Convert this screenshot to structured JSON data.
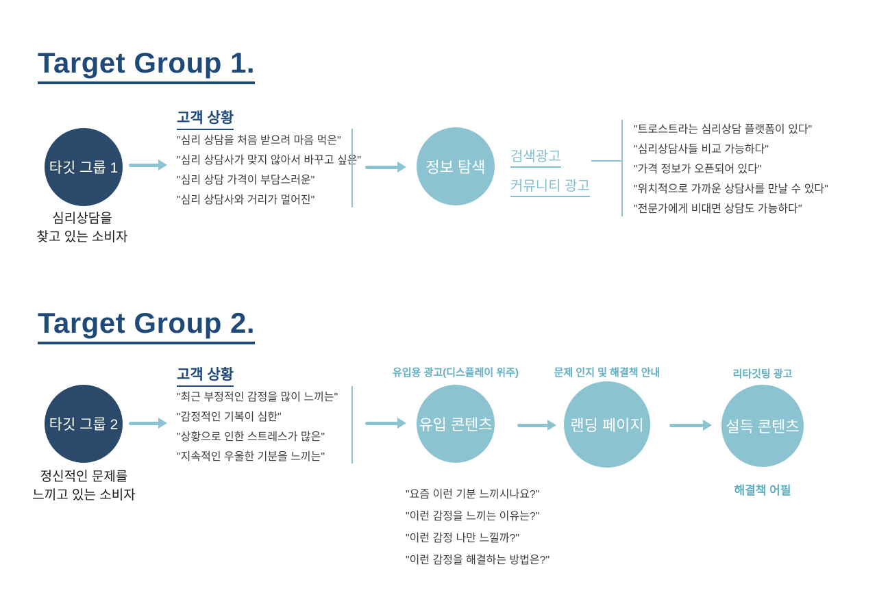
{
  "colors": {
    "title_navy": "#1f4979",
    "circle_navy": "#2b4a6b",
    "teal": "#8cc3d1",
    "teal_dark_text": "#5fafc5",
    "teal_link": "#82c0d0",
    "quote_gray": "#3d3d3d",
    "caption_black": "#1c1c1c"
  },
  "group1": {
    "title": "Target Group 1.",
    "persona": {
      "circle_label": "타깃 그룹 1",
      "caption": "심리상담을\n찾고 있는 소비자"
    },
    "situation": {
      "header": "고객 상황",
      "quotes": [
        "\"심리 상담을 처음 받으려 마음 먹은\"",
        "\"심리 상담사가 맞지 않아서 바꾸고 싶은\"",
        "\"심리 상담 가격이 부담스러운\"",
        "\"심리 상담사와 거리가 멀어진\""
      ]
    },
    "stage_circle_label": "정보 탐색",
    "channels": [
      "검색광고",
      "커뮤니티 광고"
    ],
    "insights": [
      "\"트로스트라는 심리상담 플랫폼이 있다\"",
      "\"심리상담사들 비교 가능하다\"",
      "\"가격 정보가 오픈되어 있다\"",
      "\"위치적으로 가까운 상담사를 만날 수 있다\"",
      "\"전문가에게 비대면 상담도 가능하다\""
    ]
  },
  "group2": {
    "title": "Target Group 2.",
    "persona": {
      "circle_label": "타깃 그룹 2",
      "caption": "정신적인 문제를\n느끼고 있는 소비자"
    },
    "situation": {
      "header": "고객 상황",
      "quotes": [
        "\"최근 부정적인 감정을 많이 느끼는\"",
        "\"감정적인 기복이 심한\"",
        "\"상황으로 인한 스트레스가 많은\"",
        "\"지속적인 우울한 기분을 느끼는\""
      ]
    },
    "funnel": [
      {
        "label_above": "유입용 광고(디스플레이 위주)",
        "circle_label": "유입 콘텐츠"
      },
      {
        "label_above": "문제 인지 및 해결책 안내",
        "circle_label": "랜딩 페이지"
      },
      {
        "label_above": "리타깃팅 광고",
        "circle_label": "설득 콘텐츠",
        "label_below": "해결책 어필"
      }
    ],
    "hook_questions": [
      "\"요즘 이런 기분 느끼시나요?\"",
      "\"이런 감정을 느끼는 이유는?\"",
      "\"이런 감정 나만 느낄까?\"",
      "\"이런 감정을 해결하는 방법은?\""
    ]
  }
}
